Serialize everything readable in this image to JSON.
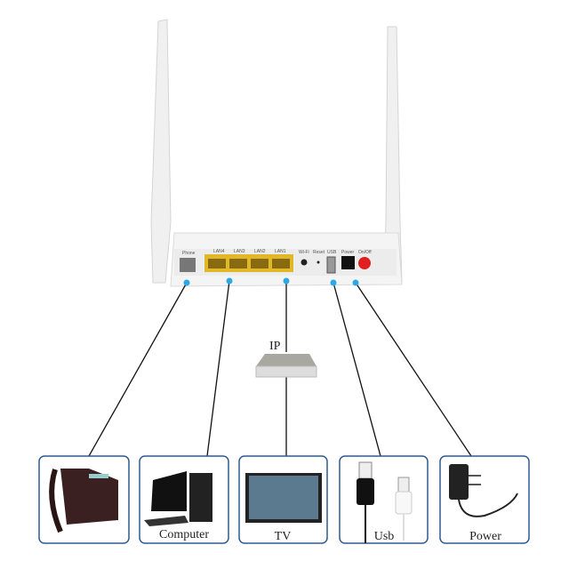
{
  "router": {
    "ports": [
      "Phone",
      "LAN4",
      "LAN3",
      "LAN2",
      "LAN1",
      "Wi-Fi",
      "Reset",
      "USB",
      "Power",
      "On/Off"
    ]
  },
  "ip_label": "IP",
  "devices": [
    {
      "name": "telephone",
      "label": ""
    },
    {
      "name": "computer",
      "label": "Computer"
    },
    {
      "name": "tv",
      "label": "TV"
    },
    {
      "name": "usb",
      "label": "Usb"
    },
    {
      "name": "power",
      "label": "Power"
    }
  ],
  "colors": {
    "frame": "#2f5a8f",
    "dot": "#2aa8e8",
    "lan": "#e0b828",
    "onoff": "#e02020"
  }
}
